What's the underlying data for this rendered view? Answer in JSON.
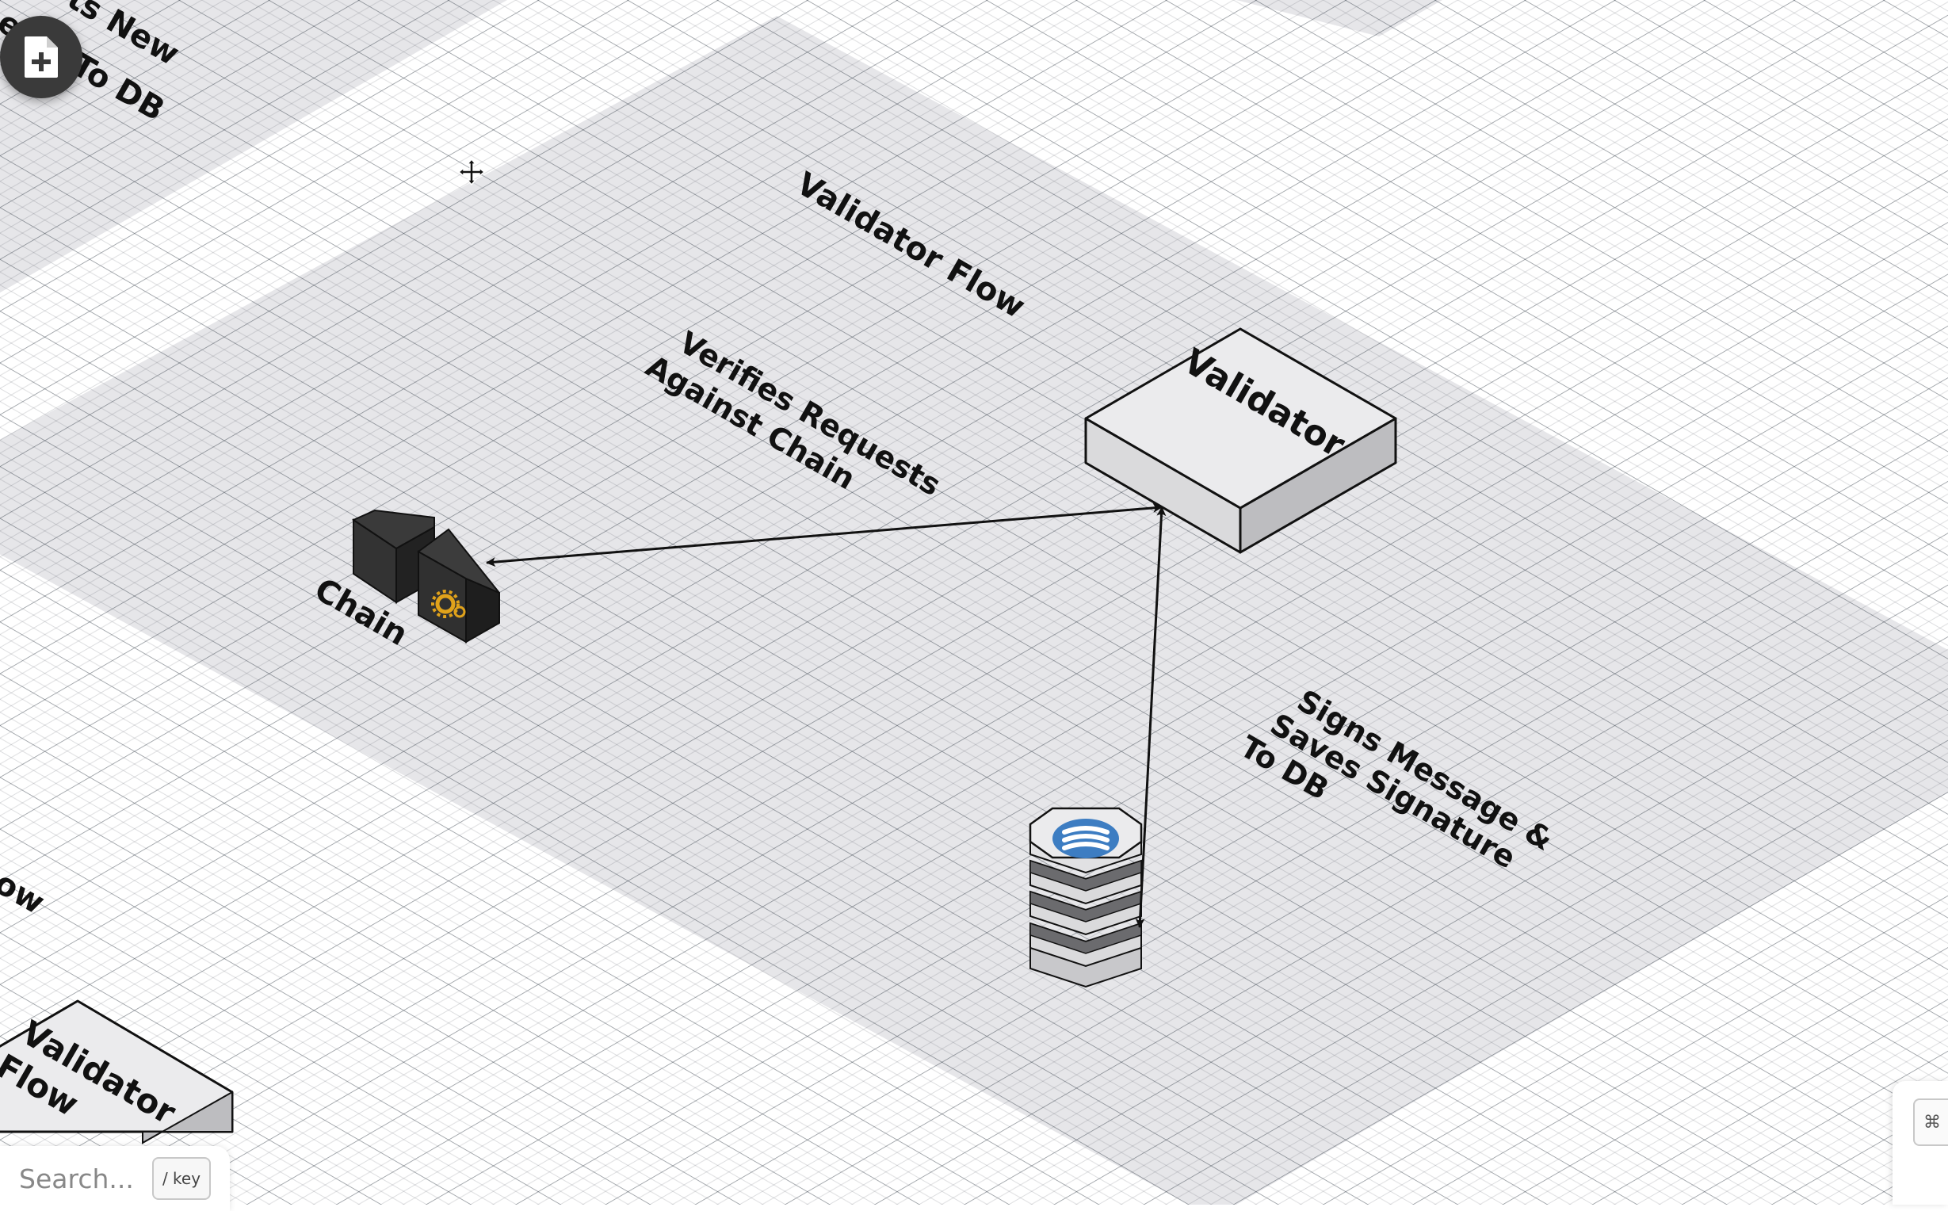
{
  "diagram": {
    "title": "Validator Flow",
    "nodes": {
      "validator": {
        "label": "Validator"
      },
      "chain": {
        "label": "Chain"
      },
      "database": {
        "label": ""
      },
      "left_validator": {
        "label_line1": "Validator",
        "label_line2": "Flow"
      }
    },
    "edges": {
      "verifies": {
        "line1": "Verifies Requests",
        "line2": "Against Chain"
      },
      "signs": {
        "line1": "Signs Message &",
        "line2": "Saves Signature",
        "line3": "To DB"
      }
    },
    "cut_off_labels": {
      "top_left_line1": "ts New",
      "top_left_line2": "ects To DB",
      "left_mid": "ow"
    }
  },
  "toolbar": {
    "add_page_icon": "file-plus-icon"
  },
  "search": {
    "placeholder": "Search...",
    "shortcut": "/ key"
  },
  "shortcut_panel": {
    "icon": "command-icon",
    "glyph": "⌘"
  },
  "colors": {
    "grid_line": "#2b3540",
    "zone_fill": "#e6e6e9",
    "block_top": "#ebebed",
    "db_accent": "#3d7dc2",
    "gear_accent": "#e0a21b"
  }
}
